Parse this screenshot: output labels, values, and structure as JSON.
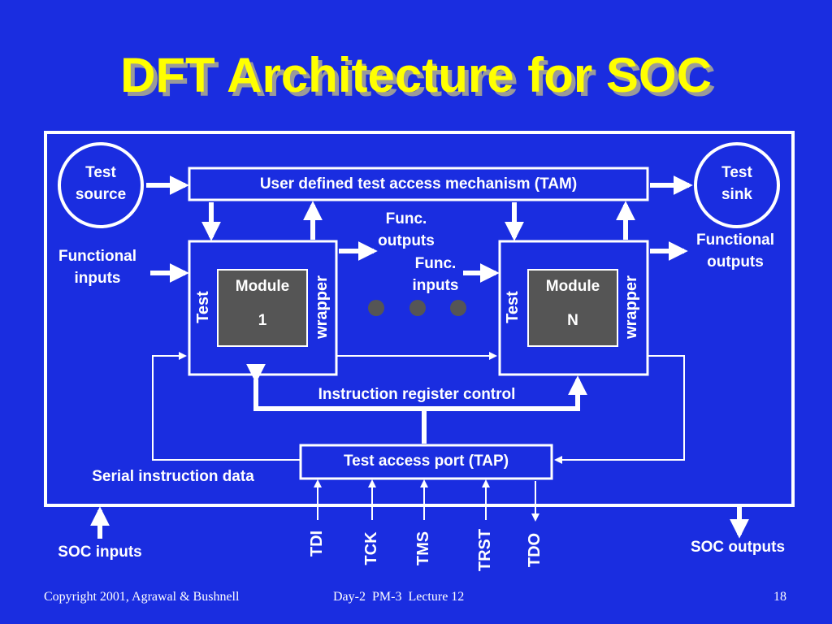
{
  "title": "DFT Architecture for SOC",
  "diagram": {
    "test_source": [
      "Test",
      "source"
    ],
    "test_sink": [
      "Test",
      "sink"
    ],
    "tam_label": "User defined test access mechanism (TAM)",
    "functional_inputs": [
      "Functional",
      "inputs"
    ],
    "functional_outputs": [
      "Functional",
      "outputs"
    ],
    "func_outputs": [
      "Func.",
      "outputs"
    ],
    "func_inputs": [
      "Func.",
      "inputs"
    ],
    "module1": {
      "name": "Module",
      "index": "1",
      "left_label": "Test",
      "right_label": "wrapper"
    },
    "moduleN": {
      "name": "Module",
      "index": "N",
      "left_label": "Test",
      "right_label": "wrapper"
    },
    "instruction_register": "Instruction register control",
    "tap_label": "Test access port (TAP)",
    "serial_instruction": "Serial instruction data",
    "soc_inputs": "SOC inputs",
    "soc_outputs": "SOC outputs",
    "tap_pins": [
      "TDI",
      "TCK",
      "TMS",
      "TRST",
      "TDO"
    ]
  },
  "footer": {
    "copyright": "Copyright 2001, Agrawal & Bushnell",
    "lecture": "Day-2  PM-3  Lecture 12",
    "page": "18"
  },
  "colors": {
    "background": "#1a2de0",
    "title": "#ffff00",
    "module_fill": "#555555",
    "line": "#ffffff"
  }
}
